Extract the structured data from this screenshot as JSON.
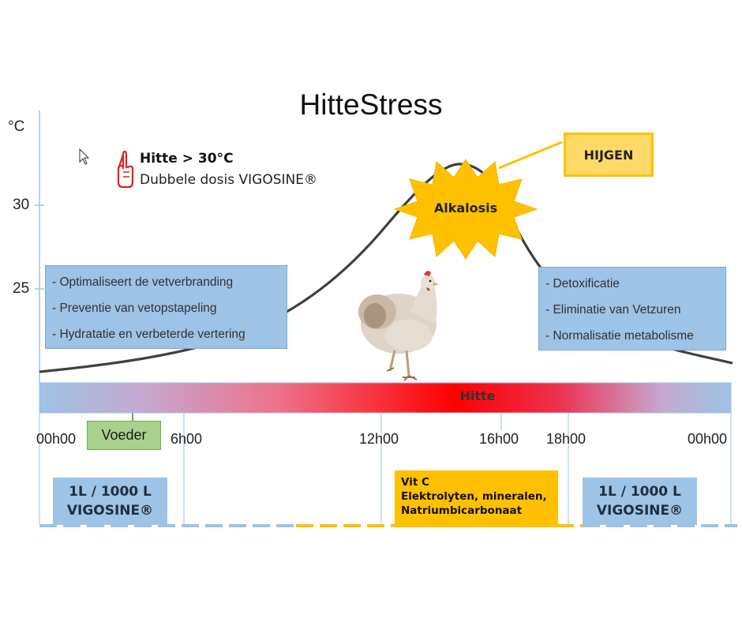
{
  "title": "HitteStress",
  "y_axis": {
    "unit": "°C",
    "ticks": [
      "30",
      "25"
    ]
  },
  "tip": {
    "line1": "Hitte > 30°C",
    "line2": "Dubbele dosis VIGOSINE®"
  },
  "hijgen_label": "HIJGEN",
  "alkalosis_label": "Alkalosis",
  "left_box": [
    "- Optimaliseert de vetverbranding",
    "- Preventie van vetopstapeling",
    "- Hydratatie en verbeterde vertering"
  ],
  "right_box": [
    "- Detoxificatie",
    "- Eliminatie van Vetzuren",
    "- Normalisatie metabolisme"
  ],
  "heat_bar_label": "Hitte",
  "time_ticks": [
    "00h00",
    "6h00",
    "12h00",
    "16h00",
    "18h00",
    "00h00"
  ],
  "voeder_label": "Voeder",
  "dose_left": {
    "line1": "1L / 1000 L",
    "line2": "VIGOSINE®"
  },
  "dose_right": {
    "line1": "1L / 1000 L",
    "line2": "VIGOSINE®"
  },
  "vit_box": [
    "Vit C",
    "Elektrolyten, mineralen,",
    "Natriumbicarbonaat"
  ],
  "colors": {
    "blue_box": "#9dc3e6",
    "orange": "#ffc000",
    "heat_red": "#ff0000",
    "voeder_green": "#a9d18e",
    "curve": "#404040"
  }
}
